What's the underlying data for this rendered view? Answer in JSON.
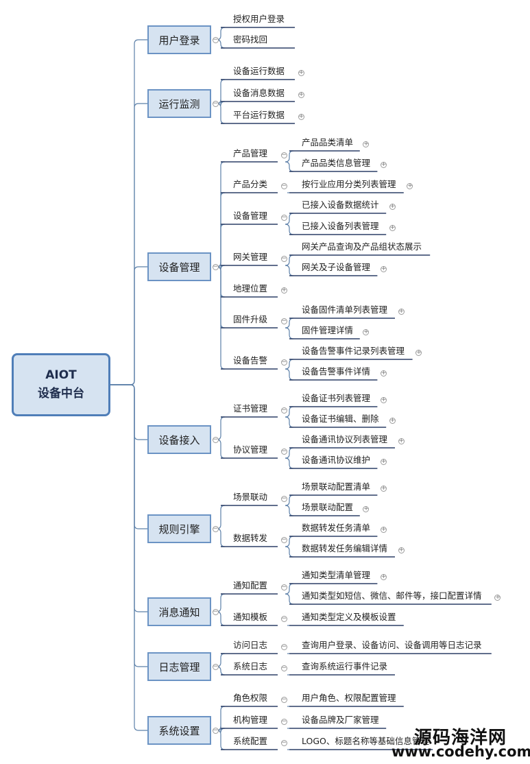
{
  "root": {
    "line1": "AIOT",
    "line2": "设备中台"
  },
  "toggle_symbols": {
    "expand": "+",
    "collapse": "−"
  },
  "watermark": {
    "line1": "源码海洋网",
    "line2": "www.codehy.com"
  },
  "icons": [
    "expand-toggle-icon",
    "collapse-toggle-icon"
  ],
  "colors": {
    "connector": "#5b7fa8",
    "underline": "#2c3e66",
    "node_fill": "#d6e3f1",
    "node_border": "#6b93c4"
  },
  "branches": [
    {
      "label": "用户登录",
      "children": [
        {
          "label": "授权用户登录"
        },
        {
          "label": "密码找回"
        }
      ]
    },
    {
      "label": "运行监测",
      "children": [
        {
          "label": "设备运行数据"
        },
        {
          "label": "设备消息数据"
        },
        {
          "label": "平台运行数据"
        }
      ]
    },
    {
      "label": "设备管理",
      "children": [
        {
          "label": "产品管理",
          "children": [
            {
              "label": "产品品类清单"
            },
            {
              "label": "产品品类信息管理"
            }
          ]
        },
        {
          "label": "产品分类",
          "children": [
            {
              "label": "按行业应用分类列表管理"
            }
          ]
        },
        {
          "label": "设备管理",
          "children": [
            {
              "label": "已接入设备数据统计"
            },
            {
              "label": "已接入设备列表管理"
            }
          ]
        },
        {
          "label": "网关管理",
          "children": [
            {
              "label": "网关产品查询及产品组状态展示"
            },
            {
              "label": "网关及子设备管理"
            }
          ]
        },
        {
          "label": "地理位置"
        },
        {
          "label": "固件升级",
          "children": [
            {
              "label": "设备固件清单列表管理"
            },
            {
              "label": "固件管理详情"
            }
          ]
        },
        {
          "label": "设备告警",
          "children": [
            {
              "label": "设备告警事件记录列表管理"
            },
            {
              "label": "设备告警事件详情"
            }
          ]
        }
      ]
    },
    {
      "label": "设备接入",
      "children": [
        {
          "label": "证书管理",
          "children": [
            {
              "label": "设备证书列表管理"
            },
            {
              "label": "设备证书编辑、删除"
            }
          ]
        },
        {
          "label": "协议管理",
          "children": [
            {
              "label": "设备通讯协议列表管理"
            },
            {
              "label": "设备通讯协议维护"
            }
          ]
        }
      ]
    },
    {
      "label": "规则引擎",
      "children": [
        {
          "label": "场景联动",
          "children": [
            {
              "label": "场景联动配置清单"
            },
            {
              "label": "场景联动配置"
            }
          ]
        },
        {
          "label": "数据转发",
          "children": [
            {
              "label": "数据转发任务清单"
            },
            {
              "label": "数据转发任务编辑详情"
            }
          ]
        }
      ]
    },
    {
      "label": "消息通知",
      "children": [
        {
          "label": "通知配置",
          "children": [
            {
              "label": "通知类型清单管理"
            },
            {
              "label": "通知类型如短信、微信、邮件等，接口配置详情"
            }
          ]
        },
        {
          "label": "通知模板",
          "children": [
            {
              "label": "通知类型定义及模板设置"
            }
          ]
        }
      ]
    },
    {
      "label": "日志管理",
      "children": [
        {
          "label": "访问日志",
          "children": [
            {
              "label": "查询用户登录、设备访问、设备调用等日志记录"
            }
          ]
        },
        {
          "label": "系统日志",
          "children": [
            {
              "label": "查询系统运行事件记录"
            }
          ]
        }
      ]
    },
    {
      "label": "系统设置",
      "children": [
        {
          "label": "角色权限",
          "children": [
            {
              "label": "用户角色、权限配置管理"
            }
          ]
        },
        {
          "label": "机构管理",
          "children": [
            {
              "label": "设备品牌及厂家管理"
            }
          ]
        },
        {
          "label": "系统配置",
          "children": [
            {
              "label": "LOGO、标题名称等基础信息管理"
            }
          ]
        }
      ]
    }
  ]
}
